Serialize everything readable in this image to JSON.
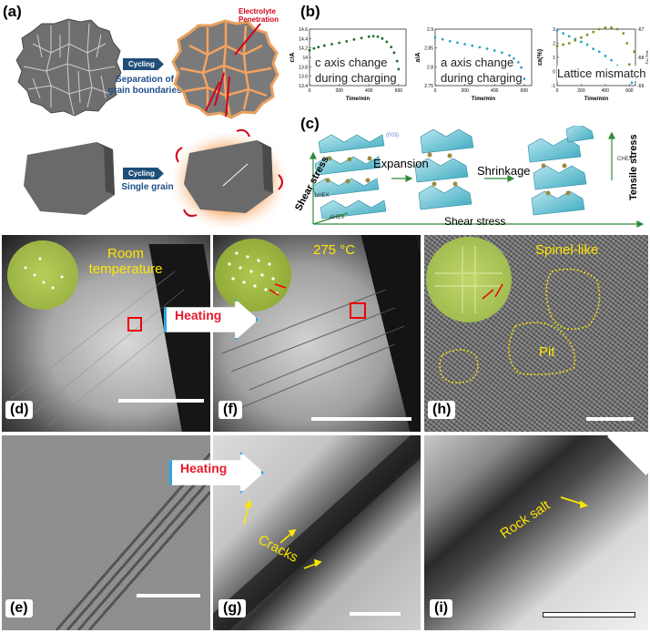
{
  "labels": {
    "a": "(a)",
    "b": "(b)",
    "c": "(c)",
    "d": "(d)",
    "e": "(e)",
    "f": "(f)",
    "g": "(g)",
    "h": "(h)",
    "i": "(i)"
  },
  "panel_a": {
    "cycling_1": "Cycling",
    "separation_text": "Separation of grain boundaries",
    "electrolyte_text": "Electrolyte Penetration",
    "cycling_2": "Cycling",
    "single_grain_text": "Single grain"
  },
  "panel_b": {
    "chart1_text": "c axis change during charging",
    "chart2_text": "a axis change during charging",
    "chart3_text": "Lattice mismatch",
    "xlabel": "Time/min",
    "ylabel1": "c/Å",
    "ylabel2": "a/Å",
    "ylabel3_left": "εa(%)",
    "ylabel3_right": "εc(%)"
  },
  "panel_c": {
    "shear_left": "Shear stress",
    "shear_bottom": "Shear stress",
    "tensile": "Tensile stress",
    "expansion": "Expansion",
    "shrinkage": "Shrinkage",
    "b_hex": "bHEX",
    "a_hex": "AHEX",
    "c_hex": "CHEX",
    "plane": "(003)"
  },
  "panel_d": {
    "text": "Room temperature"
  },
  "panel_f": {
    "text": "275 °C"
  },
  "panel_h": {
    "spinel": "Spinel-like",
    "pit": "Pit"
  },
  "panel_g": {
    "cracks": "Cracks"
  },
  "panel_i": {
    "rocksalt": "Rock salt"
  },
  "heating_1": "Heating",
  "heating_2": "Heating",
  "chart_data": [
    {
      "type": "line",
      "ylabel": "c/Å",
      "xlabel": "Time/min",
      "xlim": [
        0,
        650
      ],
      "ylim": [
        13.4,
        14.6
      ],
      "xticks": [
        0,
        200,
        400,
        600
      ],
      "yticks": [
        13.4,
        13.6,
        13.8,
        14.0,
        14.2,
        14.4,
        14.6
      ],
      "series": [
        {
          "color": "#1a6b2a",
          "x": [
            0,
            30,
            60,
            100,
            150,
            200,
            250,
            300,
            350,
            400,
            430,
            460,
            490,
            520,
            550,
            570,
            590,
            600
          ],
          "y": [
            14.15,
            14.19,
            14.22,
            14.25,
            14.28,
            14.31,
            14.34,
            14.38,
            14.41,
            14.44,
            14.45,
            14.44,
            14.4,
            14.33,
            14.22,
            14.1,
            13.92,
            13.75
          ]
        }
      ]
    },
    {
      "type": "line",
      "ylabel": "a/Å",
      "xlabel": "Time/min",
      "xlim": [
        0,
        650
      ],
      "ylim": [
        2.75,
        2.9
      ],
      "xticks": [
        0,
        200,
        400,
        600
      ],
      "yticks": [
        2.75,
        2.8,
        2.85,
        2.9
      ],
      "series": [
        {
          "color": "#2aa8c8",
          "x": [
            0,
            50,
            100,
            150,
            200,
            250,
            300,
            350,
            400,
            450,
            500,
            530,
            560,
            580,
            600
          ],
          "y": [
            2.878,
            2.873,
            2.868,
            2.864,
            2.86,
            2.856,
            2.852,
            2.848,
            2.843,
            2.838,
            2.83,
            2.822,
            2.812,
            2.798,
            2.768
          ]
        }
      ]
    },
    {
      "type": "line",
      "ylabel": "εa(%)",
      "xlabel": "Time/min",
      "xlim": [
        0,
        650
      ],
      "ylim": [
        -1,
        3
      ],
      "xticks": [
        0,
        200,
        400,
        600
      ],
      "yticks": [
        -1,
        0,
        1,
        2,
        3
      ],
      "series": [
        {
          "color": "#2aa8c8",
          "x": [
            0,
            50,
            100,
            150,
            200,
            250,
            300,
            350,
            400,
            450,
            500,
            550,
            600,
            620
          ],
          "y": [
            2.9,
            2.7,
            2.5,
            2.3,
            2.1,
            1.9,
            1.6,
            1.4,
            1.1,
            0.8,
            0.4,
            0,
            -0.4,
            -0.8
          ]
        },
        {
          "color": "#8a8a1a",
          "x": [
            0,
            50,
            100,
            150,
            200,
            250,
            300,
            350,
            400,
            450,
            500,
            550,
            580,
            600,
            620,
            640
          ],
          "y": [
            1.8,
            1.9,
            2.0,
            2.2,
            2.4,
            2.6,
            2.8,
            3.0,
            3.1,
            3.1,
            3.0,
            2.7,
            2.0,
            0.5,
            -0.6,
            1.4
          ]
        }
      ],
      "ylabel_right": "εc(%)",
      "yticks_right": [
        -69,
        -68,
        -67
      ]
    }
  ]
}
